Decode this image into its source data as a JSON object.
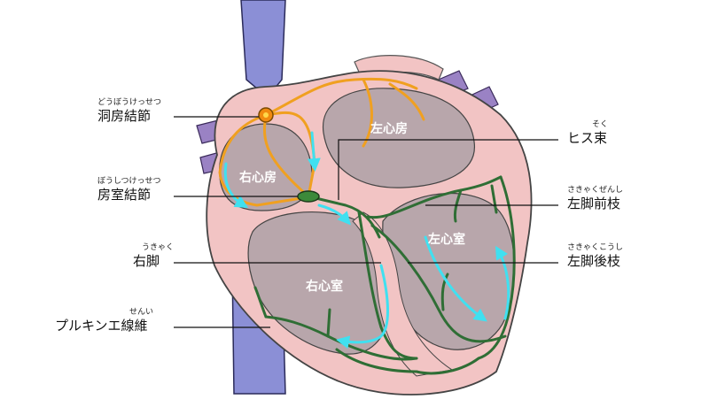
{
  "chambers": {
    "right_atrium": "右心房",
    "left_atrium": "左心房",
    "right_ventricle": "右心室",
    "left_ventricle": "左心室"
  },
  "labels": {
    "sa_node": {
      "ruby": "どうぼうけっせつ",
      "text": "洞房結節"
    },
    "av_node": {
      "ruby": "ぼうしつけっせつ",
      "text": "房室結節"
    },
    "right_bundle": {
      "ruby": "うきゃく",
      "text": "右脚"
    },
    "purkinje": {
      "ruby": "せんい",
      "text": "プルキンエ線維"
    },
    "his_bundle": {
      "ruby": "そく",
      "text": "ヒス束"
    },
    "left_anterior": {
      "ruby": "さきゃくぜんし",
      "text": "左脚前枝"
    },
    "left_posterior": {
      "ruby": "さきゃくこうし",
      "text": "左脚後枝"
    }
  },
  "colors": {
    "heart_outer": "#f2c4c4",
    "heart_inner": "#b8a6ab",
    "vessel": "#8b8fd6",
    "vessel_purple": "#9a82c4",
    "conduction_green": "#2f6e35",
    "sa_path_orange": "#f0a020",
    "flow_arrow": "#40e0f0"
  }
}
